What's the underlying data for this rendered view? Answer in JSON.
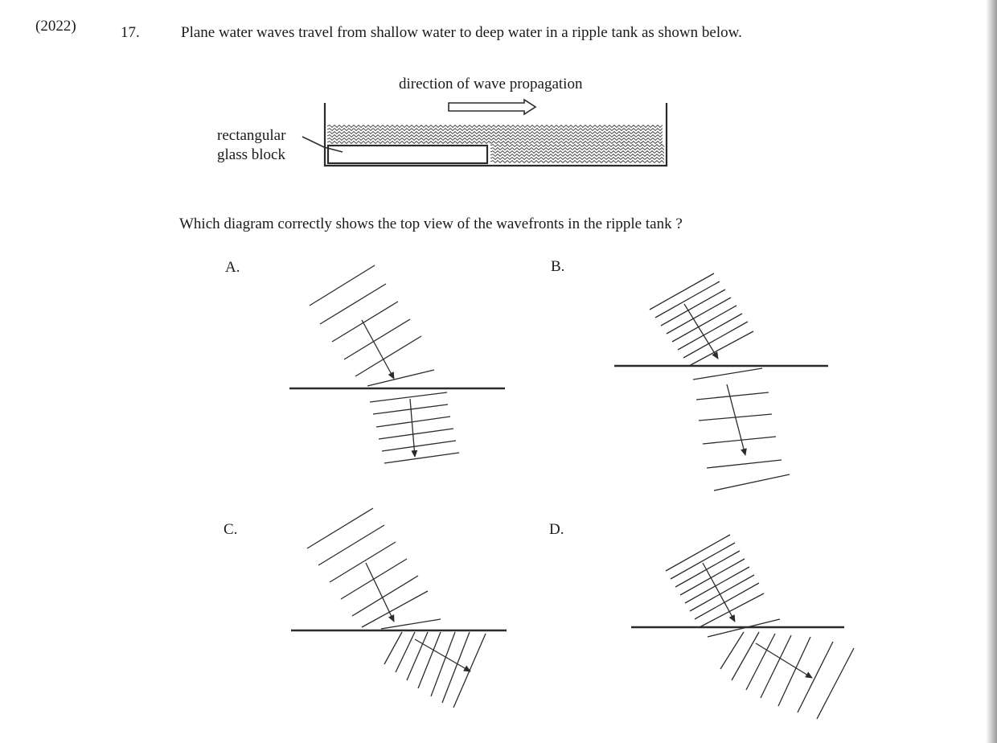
{
  "header": {
    "year": "(2022)",
    "question_number": "17.",
    "stem": "Plane water waves travel from shallow water to deep water in a ripple tank as shown below."
  },
  "tank_figure": {
    "direction_label": "direction of wave propagation",
    "block_label_line1": "rectangular",
    "block_label_line2": "glass block"
  },
  "question": "Which diagram correctly shows the top view of the wavefronts in the ripple tank ?",
  "options": [
    {
      "label": "A."
    },
    {
      "label": "B."
    },
    {
      "label": "C."
    },
    {
      "label": "D."
    }
  ],
  "colors": {
    "ink": "#2b2b2b"
  }
}
